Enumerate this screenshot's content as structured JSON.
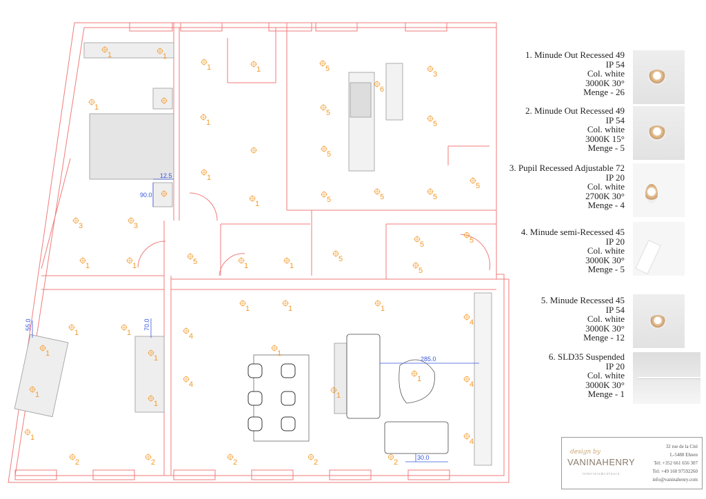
{
  "legend": [
    {
      "title": "1. Minude Out Recessed 49",
      "ip": "IP 54",
      "color": "Col. white",
      "temp": "3000K 30°",
      "qty": "Menge - 26"
    },
    {
      "title": "2. Minude Out Recessed 49",
      "ip": "IP 54",
      "color": "Col. white",
      "temp": "3000K 15°",
      "qty": "Menge - 5"
    },
    {
      "title": "3. Pupil Recessed Adjustable 72",
      "ip": "IP 20",
      "color": "Col. white",
      "temp": "2700K 30°",
      "qty": "Menge - 4"
    },
    {
      "title": "4. Minude semi-Recessed 45",
      "ip": "IP 20",
      "color": "Col. white",
      "temp": "3000K 30°",
      "qty": "Menge - 5"
    },
    {
      "title": "5. Minude Recessed 45",
      "ip": "IP 54",
      "color": "Col. white",
      "temp": "3000K 30°",
      "qty": "Menge - 12"
    },
    {
      "title": "6. SLD35 Suspended",
      "ip": "IP 20",
      "color": "Col. white",
      "temp": "3000K 30°",
      "qty": "Menge - 1"
    }
  ],
  "plan": {
    "light_labels": [
      "1",
      "1",
      "1",
      "",
      "1",
      "1",
      "1",
      "",
      "1",
      "1",
      "5",
      "3",
      "5",
      "5",
      "5",
      "6",
      "5",
      "5",
      "5",
      "5",
      "",
      "3",
      "3",
      "1",
      "1",
      "5",
      "1",
      "1",
      "5",
      "5",
      "5",
      "5",
      "1",
      "1",
      "1",
      "4",
      "4",
      "1",
      "1",
      "1",
      "1",
      "1",
      "4",
      "1",
      "1",
      "1",
      "4",
      "1",
      "1",
      "4",
      "2",
      "2",
      "2",
      "2",
      "2"
    ],
    "dimensions": [
      "12.5",
      "90.0",
      "55.0",
      "70.0",
      "285.0",
      "30.0"
    ],
    "colors": {
      "wall": "#f07a7a",
      "light": "#f39a2a",
      "dimension": "#3355dd"
    }
  },
  "logo": {
    "script": "design by",
    "name": "VANINAHENRY",
    "tagline": "interiors&colours",
    "address": [
      "32 rue de la Cité",
      "L-5488 Ehnen",
      "Tel: +352 661 656 307",
      "Tel: +49 160 97592260",
      "info@vaninahenry.com"
    ]
  }
}
